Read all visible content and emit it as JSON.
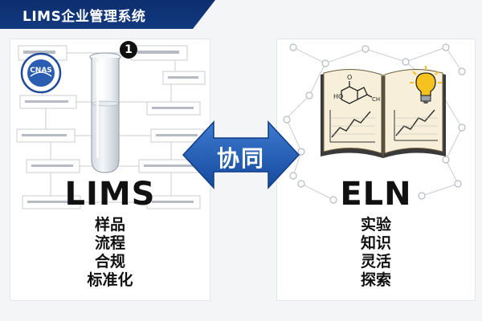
{
  "header": {
    "title": "LIMS企业管理系统"
  },
  "left_panel": {
    "seal_text": "CNAS",
    "badge_number": "1",
    "title": "LIMS",
    "features": [
      "样品",
      "流程",
      "合规",
      "标准化"
    ]
  },
  "center": {
    "label": "协同"
  },
  "right_panel": {
    "title": "ELN",
    "features": [
      "实验",
      "知识",
      "灵活",
      "探索"
    ]
  },
  "colors": {
    "navy": "#0d2e6e",
    "arrow_blue": "#1f5bb5",
    "bulb_yellow": "#f6c21d"
  }
}
